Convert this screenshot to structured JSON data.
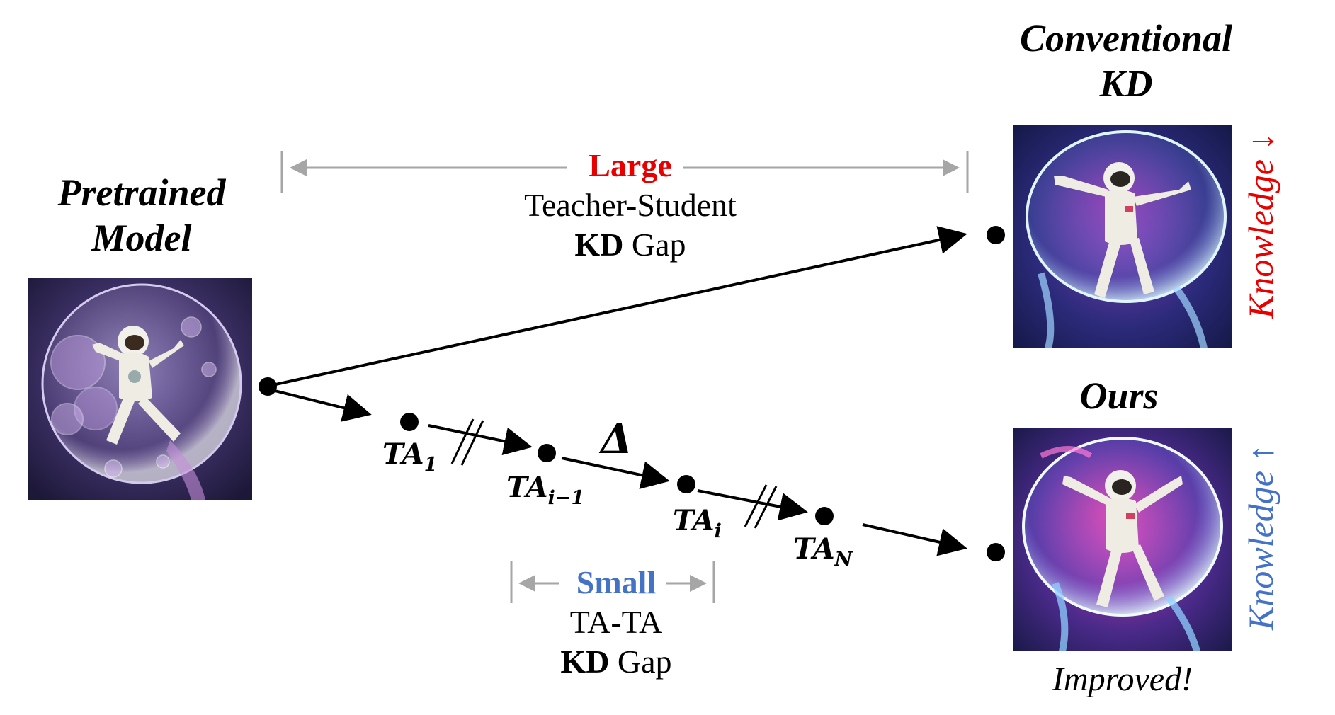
{
  "left": {
    "title_line1": "Pretrained",
    "title_line2": "Model"
  },
  "top_right": {
    "title_line1": "Conventional",
    "title_line2": "KD",
    "knowledge_label": "Knowledge ↓",
    "knowledge_color": "#e60000"
  },
  "bottom_right": {
    "title": "Ours",
    "caption": "Improved!",
    "knowledge_label": "Knowledge ↑",
    "knowledge_color": "#4472c4"
  },
  "top_gap": {
    "size_word": "Large",
    "line2": "Teacher-Student",
    "line3_bold": "KD",
    "line3_rest": " Gap"
  },
  "bottom_gap": {
    "size_word": "Small",
    "line2": "TA-TA",
    "line3_bold": "KD",
    "line3_rest": " Gap"
  },
  "nodes": {
    "ta1": {
      "base": "TA",
      "sub": "1"
    },
    "ta_im1": {
      "base": "TA",
      "sub": "i−1"
    },
    "ta_i": {
      "base": "TA",
      "sub": "i"
    },
    "ta_n": {
      "base": "TA",
      "sub": "N"
    },
    "delta": "Δ"
  },
  "colors": {
    "large": "#e60000",
    "small": "#4472c4",
    "gap_arrow": "#a6a6a6"
  }
}
